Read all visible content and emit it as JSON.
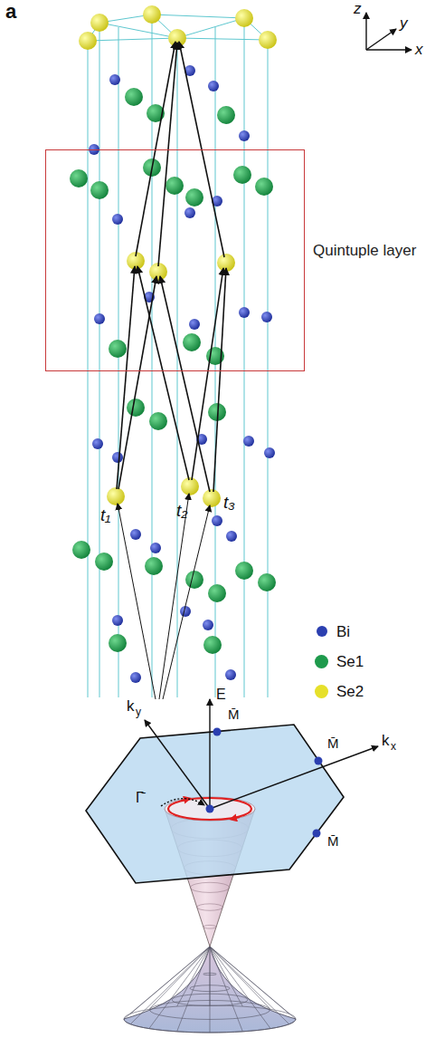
{
  "diagram": {
    "nodes": [
      {
        "text": [
          "Quintuple layer"
        ]
      }
    ],
    "labels": [
      "a",
      "z",
      "y",
      "x",
      "t₁",
      "t₂",
      "t₃",
      "k",
      "y",
      "E",
      "M̄",
      "M̄",
      "M̄",
      "k",
      "x",
      "Γ̄"
    ],
    "legend": [
      {
        "text": "Bi",
        "color": "#2b3fb0"
      },
      {
        "text": "Se1",
        "color": "#1e9a4c"
      },
      {
        "text": "Se2",
        "color": "#e6e02a"
      }
    ]
  }
}
